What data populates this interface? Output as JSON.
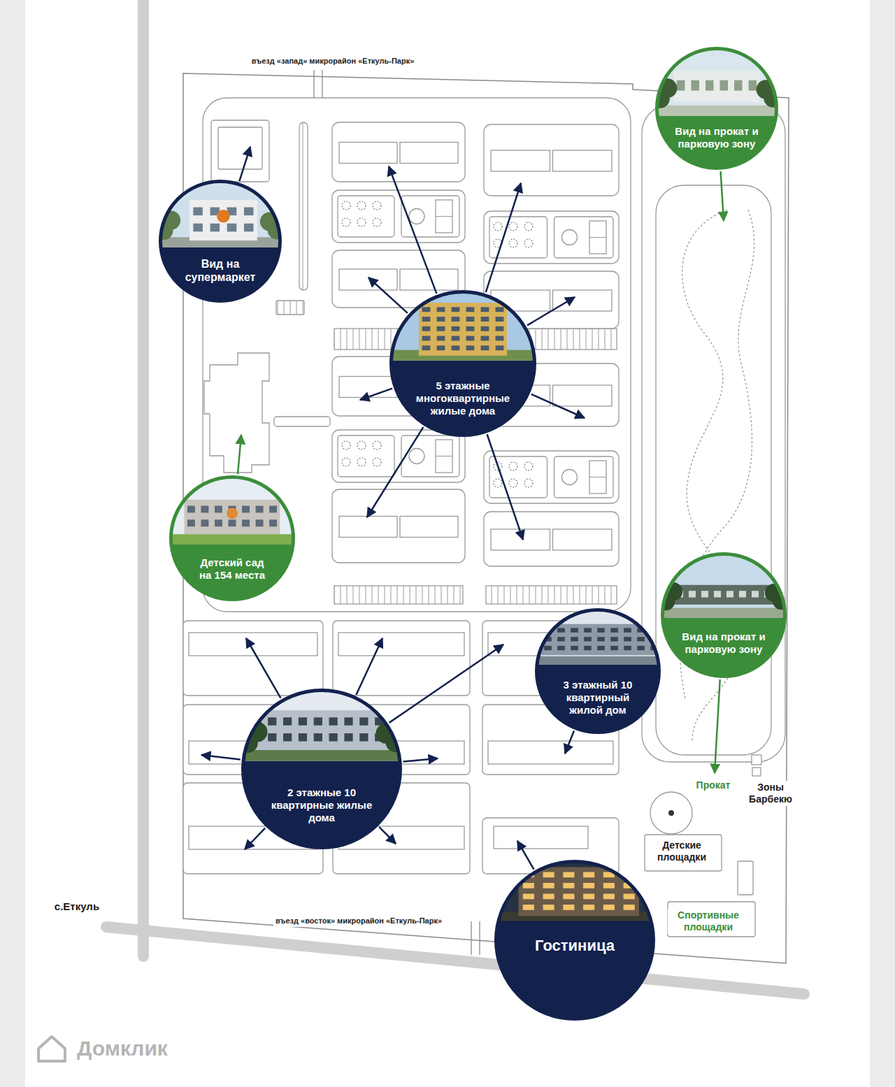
{
  "diagram": {
    "nodes": [
      {
        "text": [
          "Вид на прокат и парковую зону"
        ]
      },
      {
        "text": [
          "Вид на супермаркет"
        ]
      },
      {
        "text": [
          "5 этажные многоквартирные жилые дома"
        ]
      },
      {
        "text": [
          "Детский сад на 154 места"
        ]
      },
      {
        "text": [
          "Вид на прокат и парковую зону"
        ]
      },
      {
        "text": [
          "3 этажный 10 квартирный жилой дом"
        ]
      },
      {
        "text": [
          "2 этажные 10 квартирные жилые дома"
        ]
      },
      {
        "text": [
          "Гостиница"
        ]
      }
    ],
    "labels": [
      "въезд «запад» микрорайон «Еткуль-Парк»",
      "Прокат",
      "Зоны Барбекю",
      "Детские площадки",
      "с.Еткуль",
      "въезд «восток» микрорайон «Еткуль-Парк»",
      "Спортивные площадки",
      "Домклик"
    ]
  }
}
